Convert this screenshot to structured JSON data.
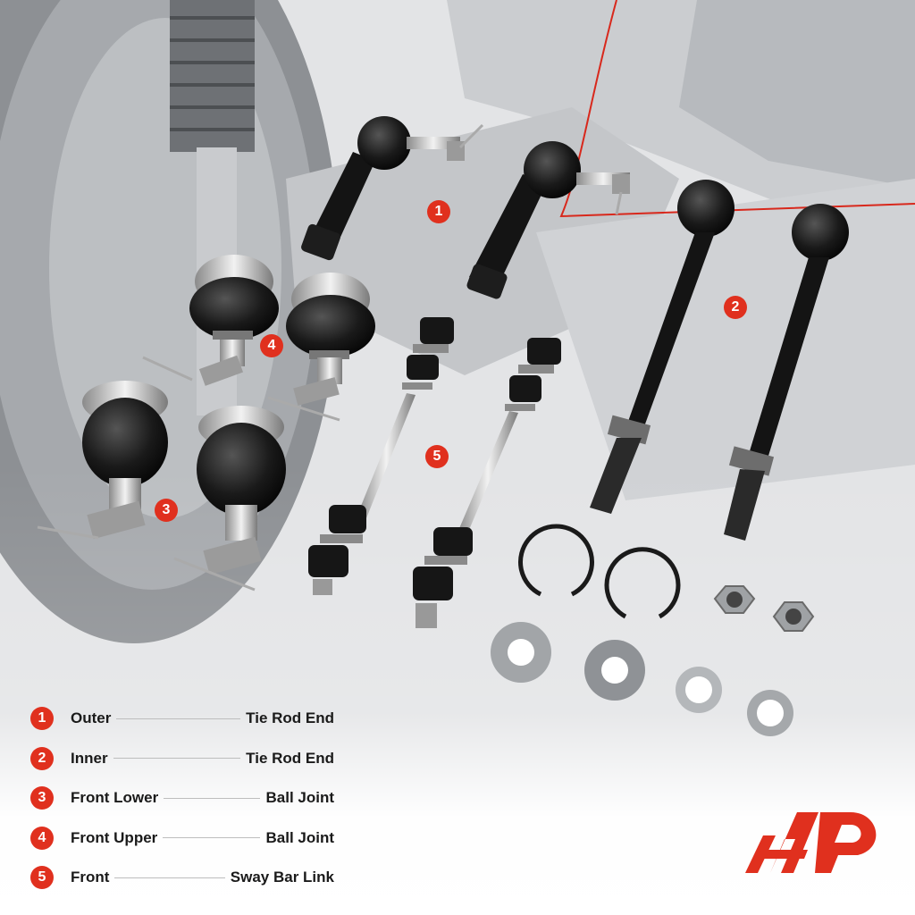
{
  "callouts": [
    "1",
    "2",
    "3",
    "4",
    "5"
  ],
  "legend": [
    {
      "num": "1",
      "left": "Outer",
      "right": "Tie Rod End"
    },
    {
      "num": "2",
      "left": "Inner",
      "right": "Tie Rod End"
    },
    {
      "num": "3",
      "left": "Front Lower",
      "right": "Ball Joint"
    },
    {
      "num": "4",
      "left": "Front Upper",
      "right": "Ball Joint"
    },
    {
      "num": "5",
      "left": "Front",
      "right": "Sway Bar Link"
    }
  ],
  "colors": {
    "accent": "#e0301e",
    "text": "#1a1a1a",
    "part": "#141414",
    "metal": "#b8b8b8",
    "background_photo": "#d4d6d8"
  },
  "icons": {
    "logo": "ap-brand-logo"
  }
}
